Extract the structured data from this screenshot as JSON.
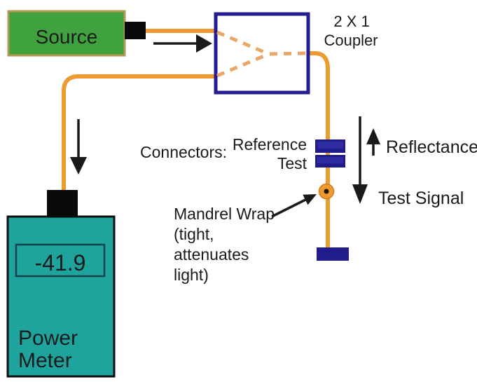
{
  "colors": {
    "fiber": "#ee9a2e",
    "fiber_dashed": "#e9a76a",
    "fiber_edge": "#cf7d1d",
    "source_green": "#3fa23f",
    "source_border": "#b3994d",
    "source_text": "#0f5c15",
    "coupler_border": "#241d93",
    "connector_blue": "#211c8c",
    "connector_blue_light": "#2f2ba3",
    "meter_teal": "#1ea49d",
    "meter_text": "#12414a",
    "black_part": "#0a0a0a",
    "ink": "#1a1a1a"
  },
  "source": {
    "label": "Source"
  },
  "coupler": {
    "line1": "2 X 1",
    "line2": "Coupler"
  },
  "connectors": {
    "caption": "Connectors:",
    "reference": "Reference",
    "test": "Test"
  },
  "signals": {
    "reflectance": "Reflectance",
    "test_signal": "Test Signal"
  },
  "mandrel": {
    "lines": [
      "Mandrel Wrap",
      "(tight,",
      "attenuates",
      "light)"
    ]
  },
  "power_meter": {
    "reading": "-41.9",
    "line1": "Power",
    "line2": "Meter"
  }
}
